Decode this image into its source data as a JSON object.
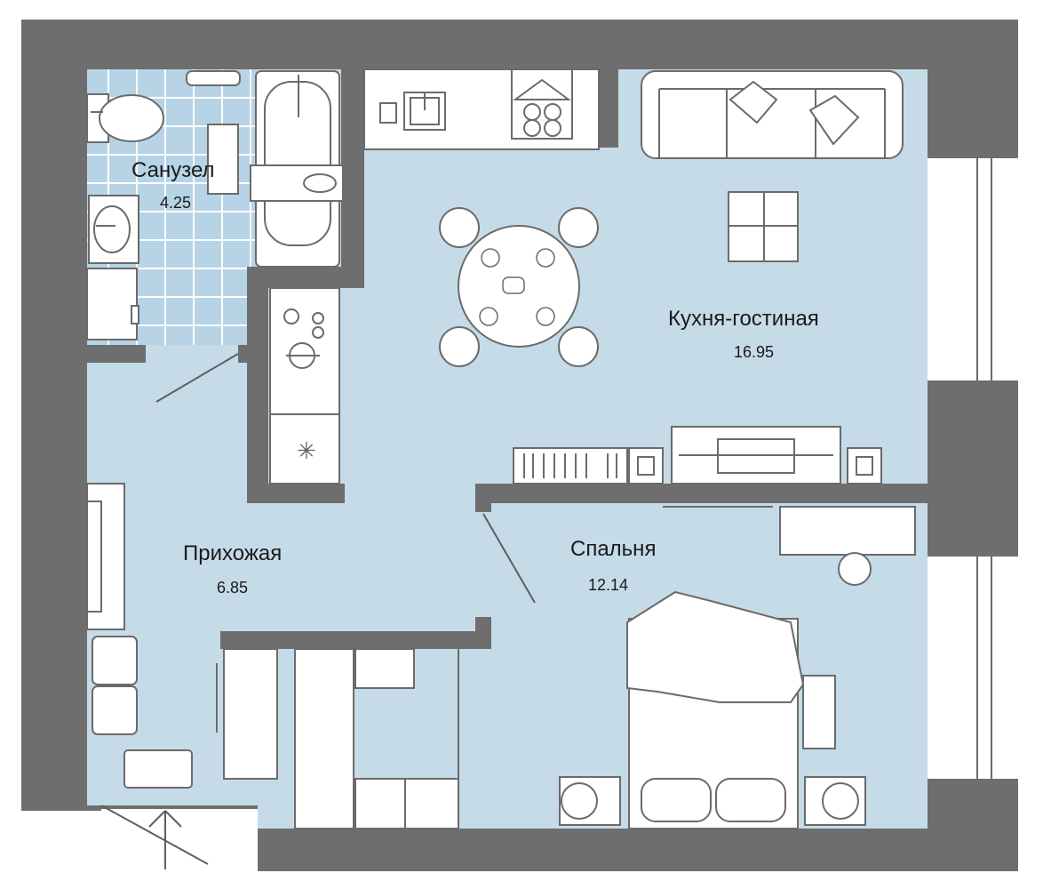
{
  "rooms": {
    "bathroom": {
      "name": "Санузел",
      "area": "4.25"
    },
    "kitchen_living": {
      "name": "Кухня-гостиная",
      "area": "16.95"
    },
    "hallway": {
      "name": "Прихожая",
      "area": "6.85"
    },
    "bedroom": {
      "name": "Спальня",
      "area": "12.14"
    }
  },
  "colors": {
    "wall": "#6e6e6e",
    "floor": "#c5dbe8",
    "bathroom_tile": "#b7d3e6",
    "furniture_fill": "#ffffff",
    "furniture_stroke": "#6b6b6b",
    "text": "#1a1a1a"
  },
  "icons": [
    "toilet-icon",
    "bathtub-icon",
    "sink-icon",
    "washing-machine-icon",
    "stove-icon",
    "kitchen-sink-icon",
    "fridge-icon",
    "sofa-icon",
    "dining-table-icon",
    "tv-icon",
    "bed-icon",
    "wardrobe-icon",
    "entrance-arrow-icon"
  ]
}
